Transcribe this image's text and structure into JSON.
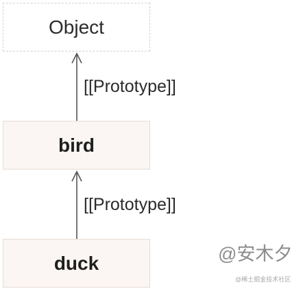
{
  "nodes": {
    "object": "Object",
    "bird": "bird",
    "duck": "duck"
  },
  "edges": {
    "bird_to_object": "[[Prototype]]",
    "duck_to_bird": "[[Prototype]]"
  },
  "watermark": {
    "author": "@安木夕",
    "site": "@稀土掘金技术社区"
  },
  "colors": {
    "node_fill": "#fbf6f3",
    "node_border": "#e6dcd5",
    "arrow": "#555555",
    "watermark": "#8c8c8c"
  }
}
